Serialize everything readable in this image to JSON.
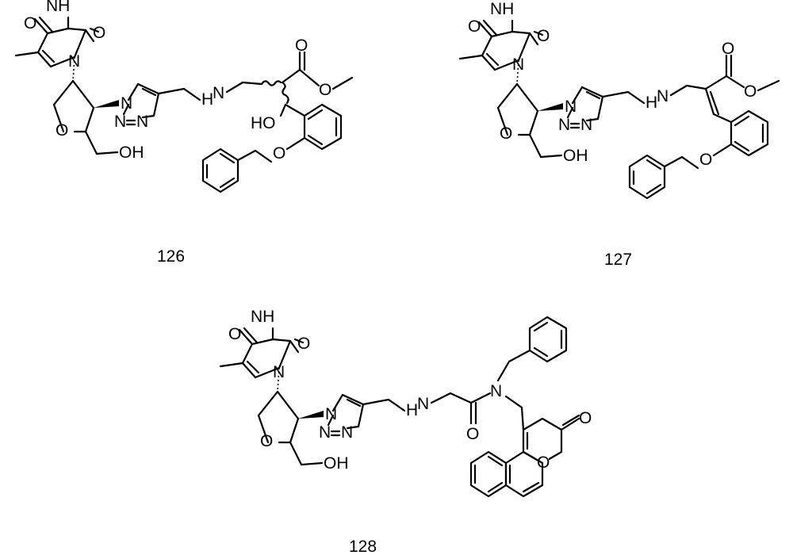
{
  "atoms": {
    "nh": "NH",
    "n": "N",
    "o": "O",
    "oh": "OH",
    "ho": "HO",
    "h": "H"
  },
  "compounds": [
    {
      "label": "126"
    },
    {
      "label": "127"
    },
    {
      "label": "128"
    }
  ]
}
